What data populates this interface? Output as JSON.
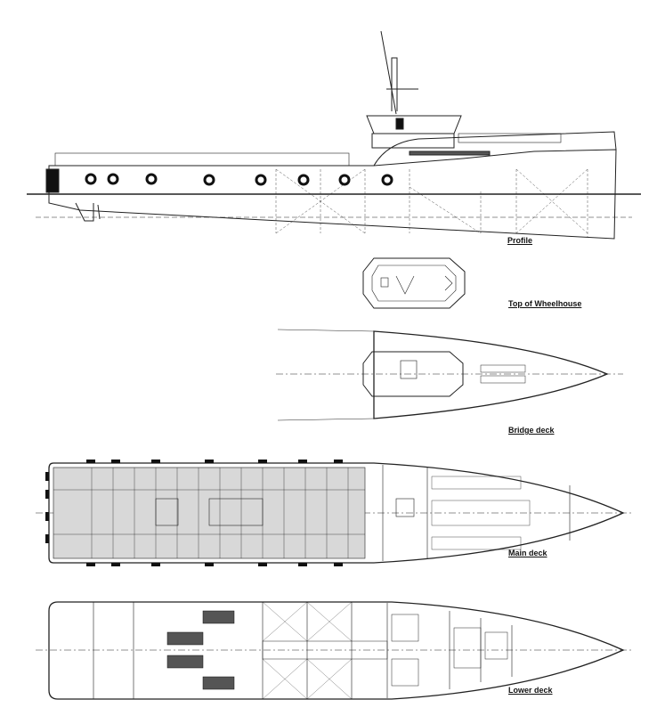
{
  "views": {
    "profile": "Profile",
    "top_of_wheelhouse": "Top of Wheelhouse",
    "bridge_deck": "Bridge deck",
    "main_deck": "Main deck",
    "lower_deck": "Lower deck"
  },
  "colors": {
    "line": "#222222",
    "deck_fill": "#d8d8d8",
    "background": "#ffffff"
  }
}
